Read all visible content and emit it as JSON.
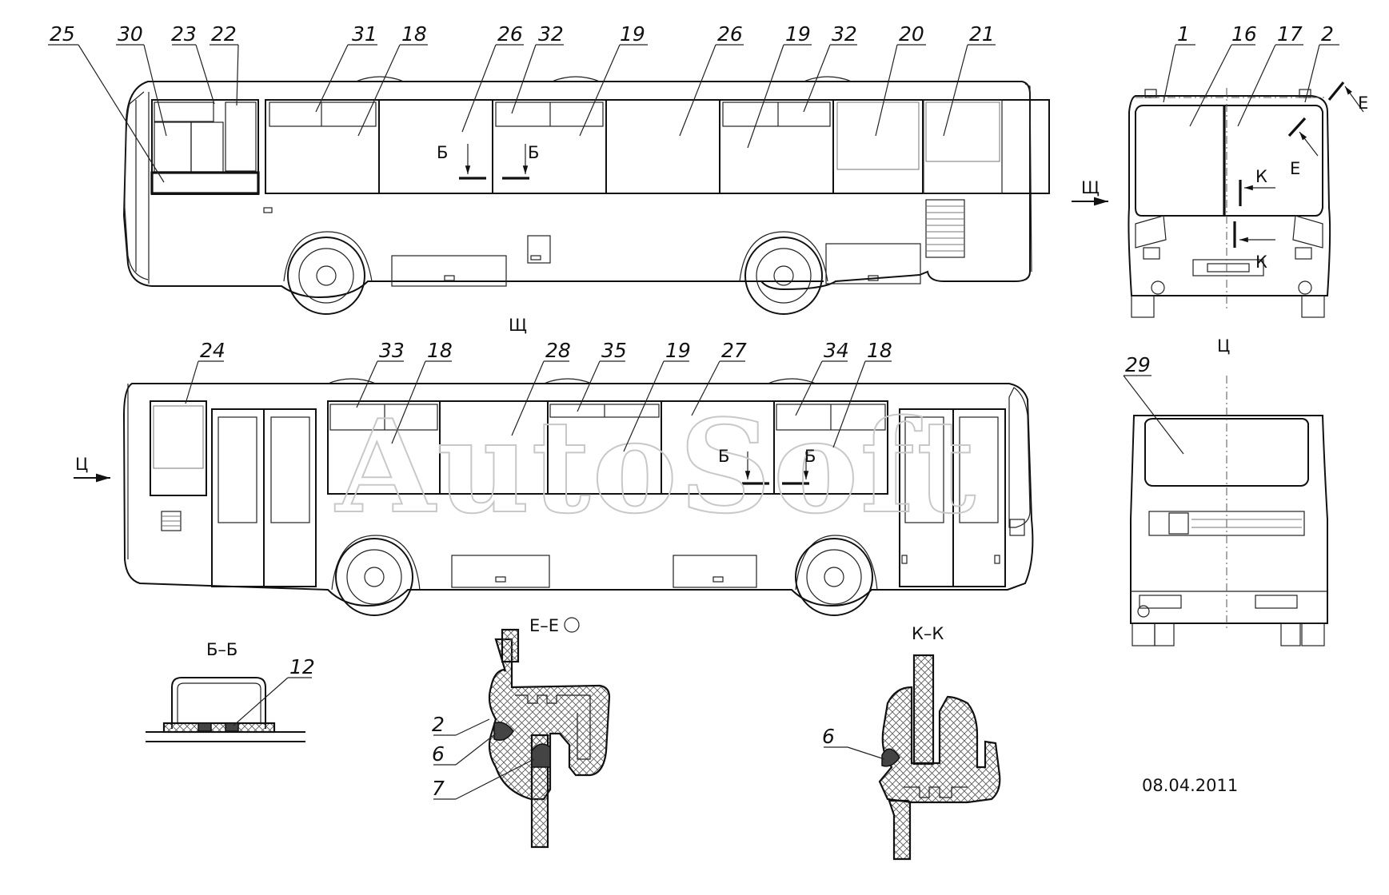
{
  "watermark": "AutoSoft",
  "date": "08.04.2011",
  "top_view_callouts": [
    {
      "id": "c25",
      "text": "25"
    },
    {
      "id": "c30",
      "text": "30"
    },
    {
      "id": "c23",
      "text": "23"
    },
    {
      "id": "c22",
      "text": "22"
    },
    {
      "id": "c31",
      "text": "31"
    },
    {
      "id": "c18a",
      "text": "18"
    },
    {
      "id": "c26a",
      "text": "26"
    },
    {
      "id": "c32a",
      "text": "32"
    },
    {
      "id": "c19a",
      "text": "19"
    },
    {
      "id": "c26b",
      "text": "26"
    },
    {
      "id": "c19b",
      "text": "19"
    },
    {
      "id": "c32b",
      "text": "32"
    },
    {
      "id": "c20",
      "text": "20"
    },
    {
      "id": "c21",
      "text": "21"
    }
  ],
  "front_view_callouts": [
    {
      "id": "f1",
      "text": "1"
    },
    {
      "id": "f16",
      "text": "16"
    },
    {
      "id": "f17",
      "text": "17"
    },
    {
      "id": "f2",
      "text": "2"
    }
  ],
  "bottom_view_callouts": [
    {
      "id": "b24",
      "text": "24"
    },
    {
      "id": "b33",
      "text": "33"
    },
    {
      "id": "b18a",
      "text": "18"
    },
    {
      "id": "b28",
      "text": "28"
    },
    {
      "id": "b35",
      "text": "35"
    },
    {
      "id": "b19",
      "text": "19"
    },
    {
      "id": "b27",
      "text": "27"
    },
    {
      "id": "b34",
      "text": "34"
    },
    {
      "id": "b18b",
      "text": "18"
    }
  ],
  "rear_view_callouts": [
    {
      "id": "r29",
      "text": "29"
    }
  ],
  "section_markers": {
    "b1": "Б",
    "b2": "Б",
    "b3": "Б",
    "b4": "Б",
    "shch_arrow": "Щ",
    "shch_view": "Щ",
    "ts_arrow": "Ц",
    "ts_view": "Ц",
    "k1": "К",
    "k2": "К",
    "e1": "Е",
    "e2": "Е"
  },
  "section_titles": {
    "bb": "Б–Б",
    "ee": "Е–Е",
    "kk": "К–К"
  },
  "section_callouts": [
    {
      "id": "s12",
      "text": "12"
    },
    {
      "id": "s2",
      "text": "2"
    },
    {
      "id": "s6a",
      "text": "6"
    },
    {
      "id": "s7",
      "text": "7"
    },
    {
      "id": "s6b",
      "text": "6"
    }
  ]
}
